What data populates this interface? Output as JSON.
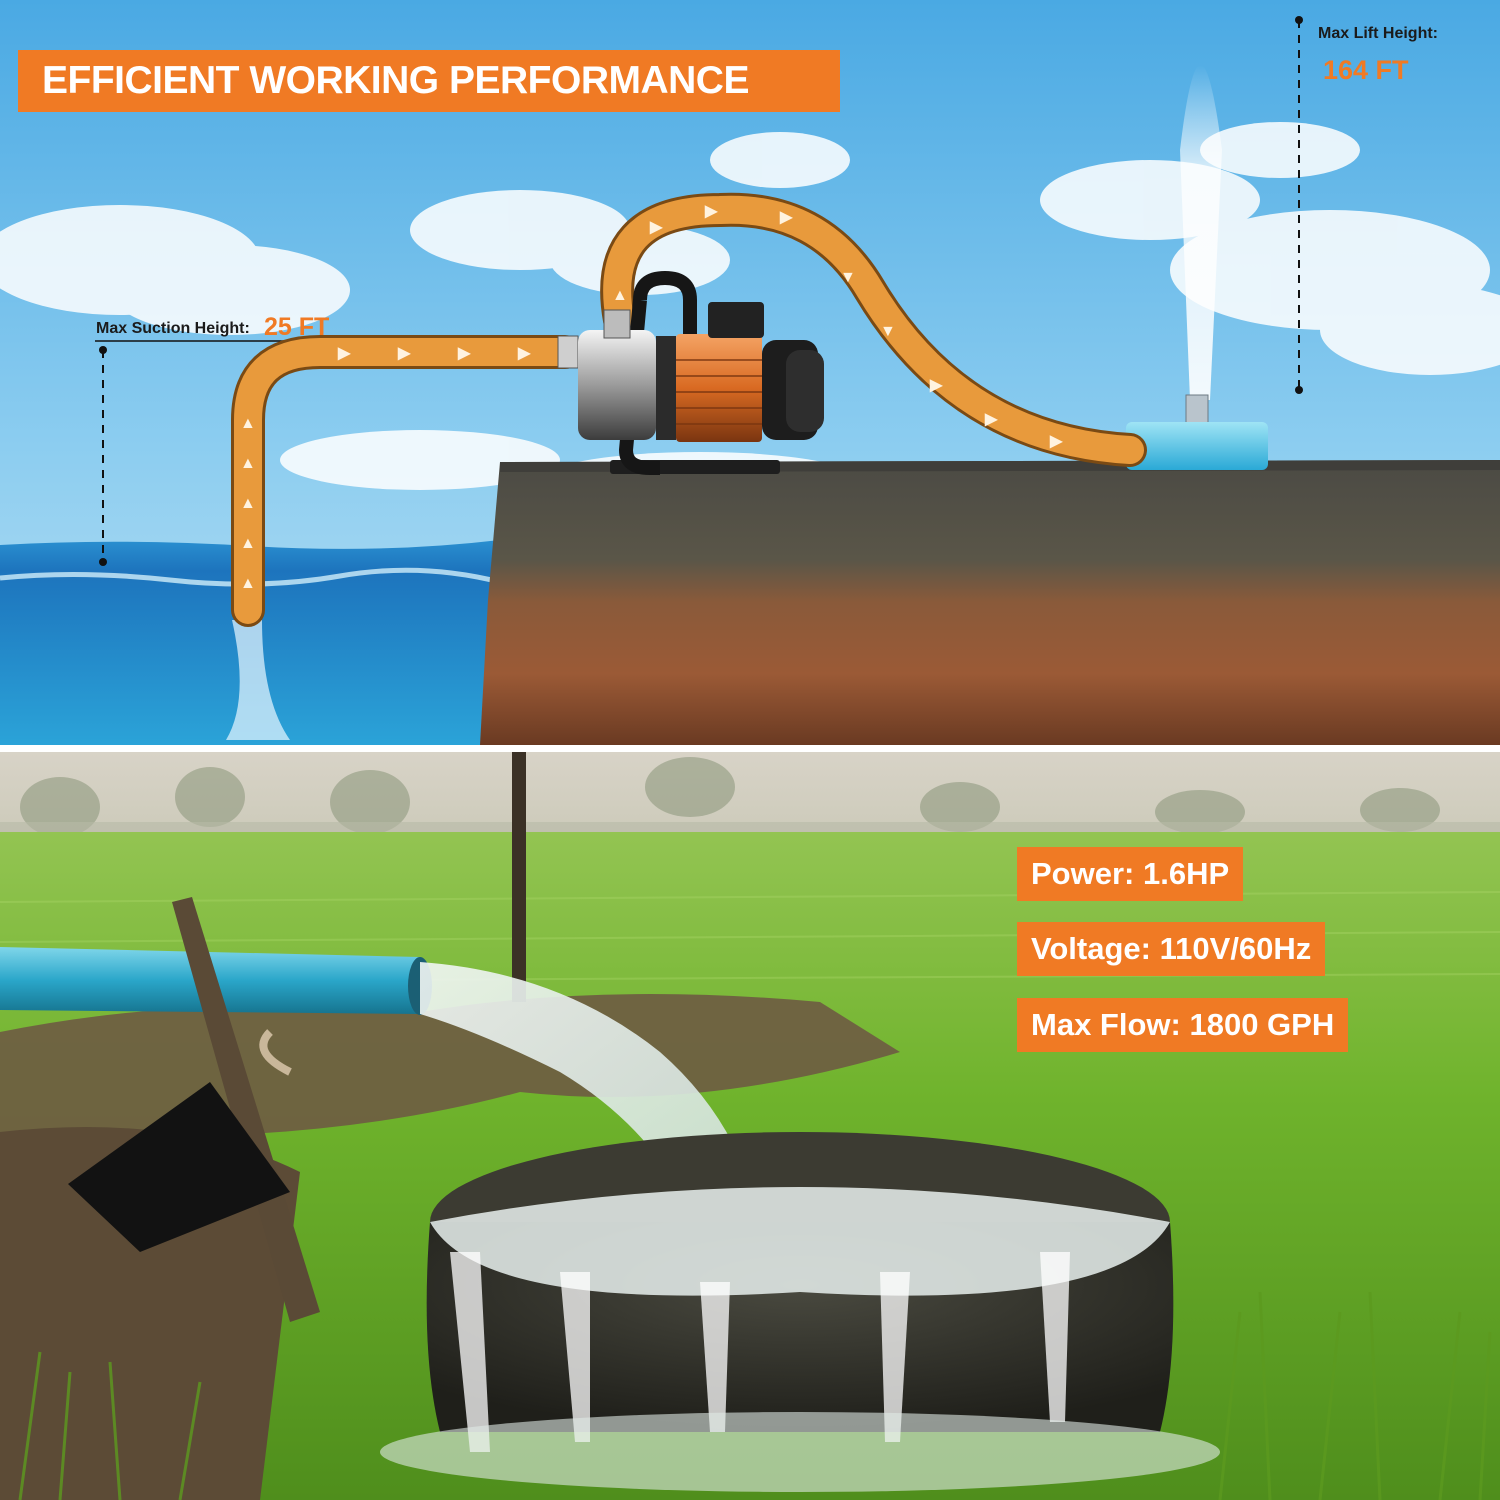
{
  "header": {
    "title": "EFFICIENT WORKING PERFORMANCE"
  },
  "suction": {
    "label": "Max Suction Height:",
    "value": "25 FT"
  },
  "lift": {
    "label": "Max Lift Height:",
    "value": "164 FT"
  },
  "specs": [
    {
      "label": "Power:",
      "value": "1.6HP"
    },
    {
      "label": "Voltage:",
      "value": "110V/60Hz"
    },
    {
      "label": "Max Flow:",
      "value": "1800 GPH"
    }
  ],
  "colors": {
    "accent": "#f07a24",
    "hose": "#e89a3c",
    "sky": "#5fb7e8",
    "water": "#1f7ec6",
    "grass": "#7fc33a"
  }
}
